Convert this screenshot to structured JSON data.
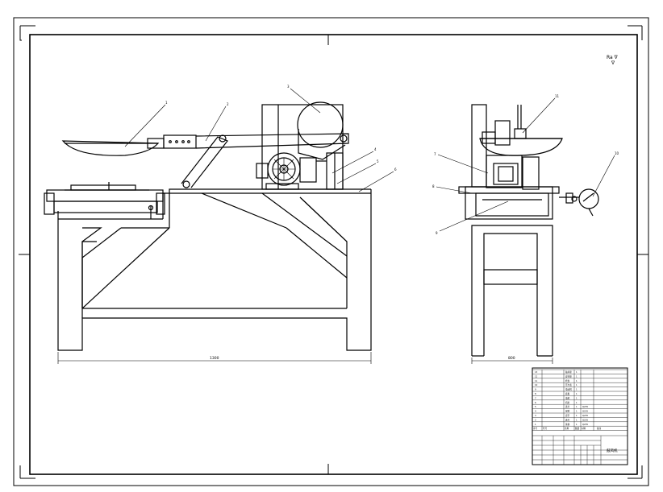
{
  "drawing": {
    "dimension_front": "1300",
    "dimension_side": "800",
    "title_block_name": "鼓风机",
    "roughness_mark": "Ra ∇",
    "roughness_mark_2": "∇",
    "balloons_front": [
      "1",
      "2",
      "3",
      "4",
      "5",
      "6"
    ],
    "balloons_side": [
      "7",
      "8",
      "9",
      "10",
      "11"
    ]
  },
  "title_block": {
    "part_rows": [
      {
        "no": "13",
        "name": "轴承座",
        "qty": "1"
      },
      {
        "no": "12",
        "name": "皮带轮",
        "qty": "1"
      },
      {
        "no": "11",
        "name": "托盘",
        "qty": "1"
      },
      {
        "no": "10",
        "name": "压力表",
        "qty": "1"
      },
      {
        "no": "9",
        "name": "电动机",
        "qty": "1"
      },
      {
        "no": "8",
        "name": "底板",
        "qty": "1"
      },
      {
        "no": "7",
        "name": "电机",
        "qty": "1"
      },
      {
        "no": "6",
        "name": "机架",
        "qty": "1"
      },
      {
        "no": "5",
        "name": "连杆",
        "qty": "1",
        "mat": "Q235"
      },
      {
        "no": "4",
        "name": "摇臂",
        "qty": "1",
        "mat": "Q235"
      },
      {
        "no": "3",
        "name": "皮带",
        "qty": "1",
        "mat": "Q235"
      },
      {
        "no": "2",
        "name": "连杆",
        "qty": "1",
        "mat": "Q235"
      },
      {
        "no": "1",
        "name": "铁锅",
        "qty": "1",
        "mat": "Q235"
      }
    ],
    "header": [
      "序号",
      "代号",
      "名称",
      "数量",
      "材料",
      "备注"
    ]
  }
}
